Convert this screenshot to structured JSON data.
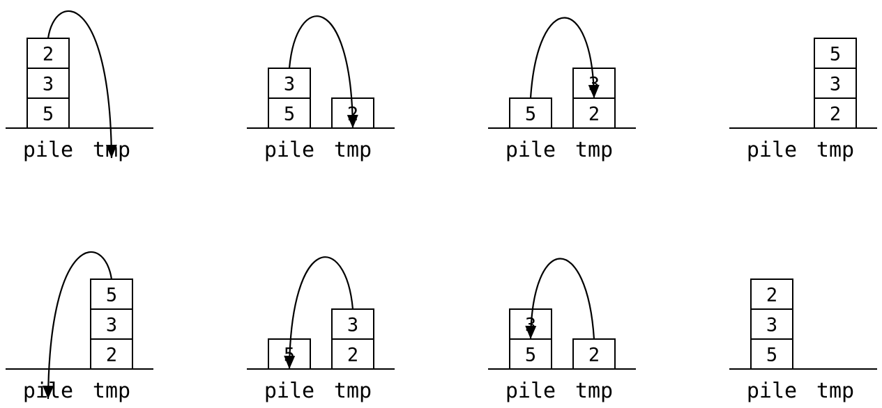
{
  "stack_labels": {
    "pile": "pile",
    "tmp": "tmp"
  },
  "panels": [
    {
      "pile": [
        "2",
        "3",
        "5"
      ],
      "tmp": [],
      "arrow": {
        "from_stack": "pile",
        "to_stack": "tmp"
      }
    },
    {
      "pile": [
        "3",
        "5"
      ],
      "tmp": [
        "2"
      ],
      "arrow": {
        "from_stack": "pile",
        "to_stack": "tmp"
      }
    },
    {
      "pile": [
        "5"
      ],
      "tmp": [
        "3",
        "2"
      ],
      "arrow": {
        "from_stack": "pile",
        "to_stack": "tmp"
      }
    },
    {
      "pile": [],
      "tmp": [
        "5",
        "3",
        "2"
      ],
      "arrow": null
    },
    {
      "pile": [],
      "tmp": [
        "5",
        "3",
        "2"
      ],
      "arrow": {
        "from_stack": "tmp",
        "to_stack": "pile"
      }
    },
    {
      "pile": [
        "5"
      ],
      "tmp": [
        "3",
        "2"
      ],
      "arrow": {
        "from_stack": "tmp",
        "to_stack": "pile"
      }
    },
    {
      "pile": [
        "3",
        "5"
      ],
      "tmp": [
        "2"
      ],
      "arrow": {
        "from_stack": "tmp",
        "to_stack": "pile"
      }
    },
    {
      "pile": [
        "2",
        "3",
        "5"
      ],
      "tmp": [],
      "arrow": null
    }
  ]
}
